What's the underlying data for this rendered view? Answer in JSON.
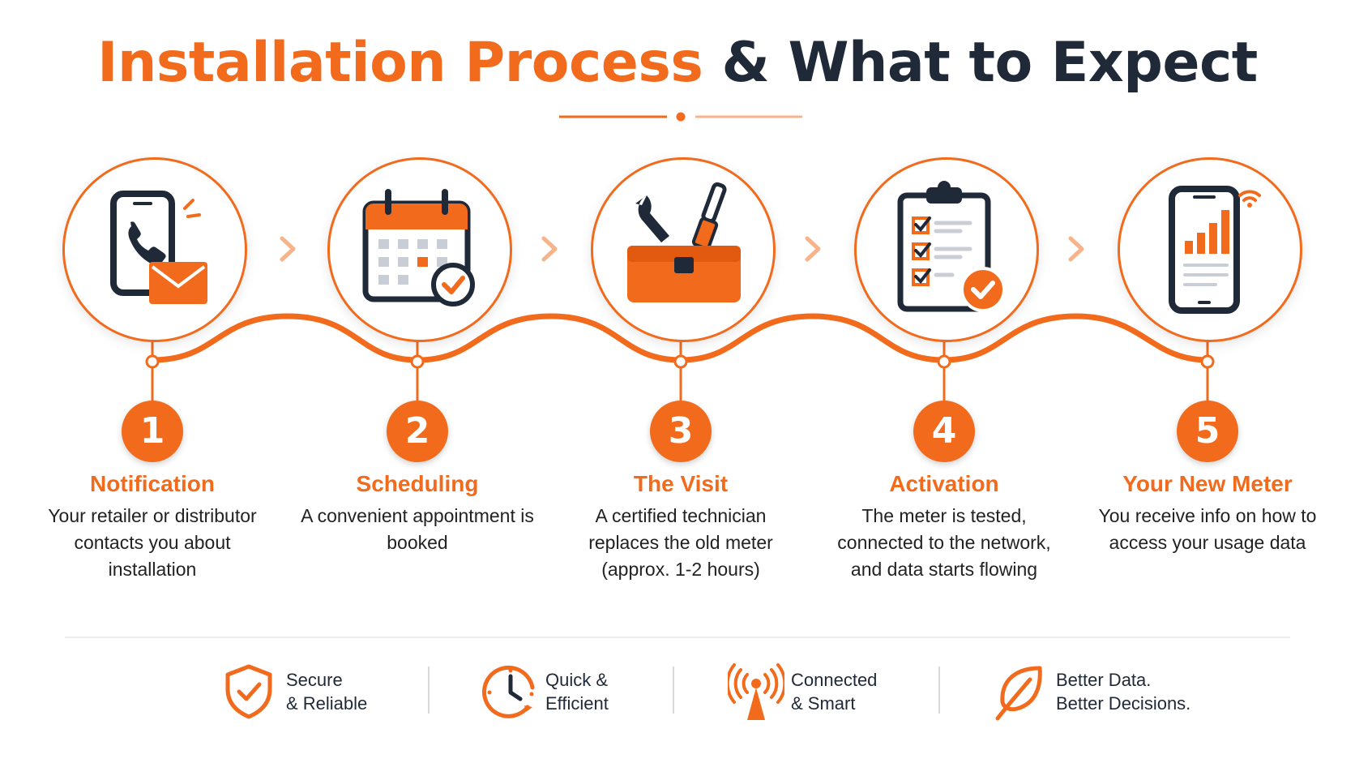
{
  "title": {
    "part1": "Installation Process",
    "part2": "& What to Expect"
  },
  "steps": [
    {
      "number": "1",
      "title": "Notification",
      "desc": "Your retailer or distributor contacts you about installation",
      "icon": "phone-envelope-icon"
    },
    {
      "number": "2",
      "title": "Scheduling",
      "desc": "A convenient appointment is booked",
      "icon": "calendar-check-icon"
    },
    {
      "number": "3",
      "title": "The Visit",
      "desc": "A certified technician replaces the old meter (approx. 1-2 hours)",
      "icon": "toolbox-icon"
    },
    {
      "number": "4",
      "title": "Activation",
      "desc": "The meter is tested, connected to the network, and data starts flowing",
      "icon": "clipboard-checklist-icon"
    },
    {
      "number": "5",
      "title": "Your New Meter",
      "desc": "You receive info on how to access your usage data",
      "icon": "smartphone-chart-icon"
    }
  ],
  "features": [
    {
      "line1": "Secure",
      "line2": "& Reliable",
      "icon": "shield-check-icon"
    },
    {
      "line1": "Quick &",
      "line2": "Efficient",
      "icon": "clock-icon"
    },
    {
      "line1": "Connected",
      "line2": "& Smart",
      "icon": "antenna-icon"
    },
    {
      "line1": "Better Data.",
      "line2": "Better Decisions.",
      "icon": "leaf-icon"
    }
  ],
  "colors": {
    "accent": "#f26b1d",
    "dark": "#1f2937"
  }
}
